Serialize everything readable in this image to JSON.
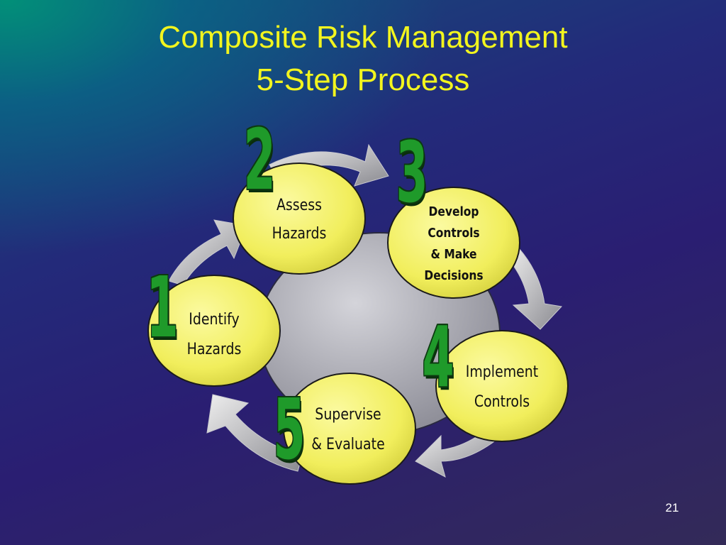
{
  "slide": {
    "title_line1": "Composite Risk Management",
    "title_line2": "5-Step Process",
    "page_number": "21"
  },
  "colors": {
    "title": "#f2f51e",
    "number_green": "#1f9a2a",
    "circle_fill": "#f5f26a",
    "hub_fill": "#a8a8b0"
  },
  "steps": [
    {
      "number": "1",
      "line1": "Identify",
      "line2": "Hazards"
    },
    {
      "number": "2",
      "line1": "Assess",
      "line2": "Hazards"
    },
    {
      "number": "3",
      "line1": "Develop",
      "line2": "Controls",
      "line3": "& Make",
      "line4": "Decisions"
    },
    {
      "number": "4",
      "line1": "Implement",
      "line2": "Controls"
    },
    {
      "number": "5",
      "line1": "Supervise",
      "line2": "& Evaluate"
    }
  ]
}
